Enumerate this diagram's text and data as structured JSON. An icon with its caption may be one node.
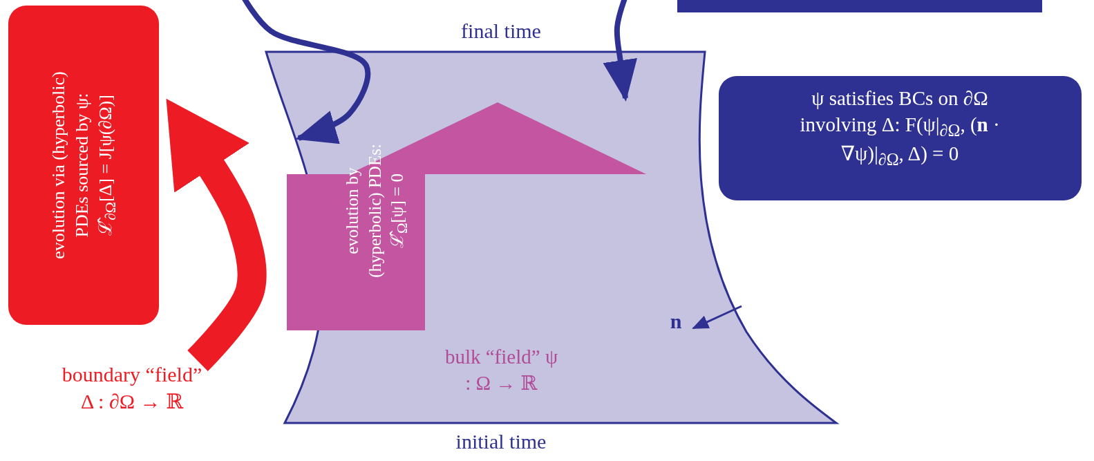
{
  "diagram": {
    "nodes": [
      {
        "text": [
          "evolution via (hyperbolic) PDEs sourced by ψ: ℒ̂$_{∂Ω}$[Δ] = J[ψ(∂Ω)]"
        ]
      },
      {
        "text": [
          "bulk “field” ψ : Ω → ℝ"
        ]
      },
      {
        "text": [
          "evolution by (hyperbolic) PDEs: ℒ̂$_{Ω}$[ψ] = 0"
        ],
        "in": 1
      },
      {
        "text": [
          "ψ satisfies BCs on ∂Ω involving Δ: F(ψ|$_{∂Ω}$, (**n** · ∇ψ)|$_{∂Ω}$, Δ) = 0"
        ]
      },
      {
        "text": [
          "boundary “field” Δ : ∂Ω → ℝ"
        ]
      },
      {
        "text": [],
        "shape": "bar"
      }
    ],
    "edges": [
      {
        "from": null,
        "to": 1,
        "arrow": "to"
      },
      {
        "from": null,
        "to": 1,
        "arrow": "to"
      },
      {
        "from": 4,
        "to": 0,
        "arrow": "to",
        "style": "thick",
        "color": "#ed1c24"
      }
    ],
    "labels": [
      "final time",
      "n",
      "initial time"
    ]
  }
}
